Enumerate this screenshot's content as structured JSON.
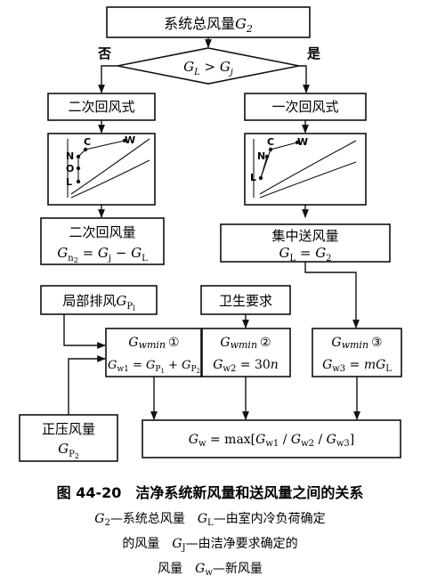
{
  "flow": {
    "top_box": {
      "text": "系统总风量",
      "var": "G",
      "sub": "2"
    },
    "decision": {
      "left": "G",
      "left_sub": "L",
      "op": " > ",
      "right": "G",
      "right_sub": "j"
    },
    "branch_no": "否",
    "branch_yes": "是",
    "secondary_return": "二次回风式",
    "primary_return": "一次回风式",
    "psy_left_labels": [
      "N",
      "O",
      "L",
      "C",
      "W"
    ],
    "psy_right_labels": [
      "N",
      "L",
      "C",
      "W"
    ],
    "secondary_volume": {
      "line1": "二次回风量",
      "G": "G",
      "n2": "n",
      "n2_sub": "2",
      "eq": " = ",
      "Gj": "G",
      "j": "j",
      "minus": " − ",
      "GL": "G",
      "L": "L"
    },
    "central_supply": {
      "line1": "集中送风量",
      "G": "G",
      "L": "L",
      "eq": " = ",
      "G2": "G",
      "two": "2"
    },
    "local_exhaust": {
      "text": "局部排风",
      "G": "G",
      "P": "P",
      "l": "l"
    },
    "hygiene": "卫生要求",
    "gwmin1": {
      "G": "G",
      "sub": "wmin",
      "circle": "①",
      "eq_G": "G",
      "eq_sub": "w1",
      "eq": " = ",
      "G1": "G",
      "P1": "P",
      "1": "1",
      "plus": " + ",
      "G2": "G",
      "P2": "P",
      "2": "2"
    },
    "gwmin2": {
      "G": "G",
      "sub": "wmin",
      "circle": "②",
      "eq_G": "G",
      "eq_sub": "w2",
      "eq": " = 30",
      "n": "n"
    },
    "gwmin3": {
      "G": "G",
      "sub": "wmin",
      "circle": "③",
      "eq_G": "G",
      "eq_sub": "w3",
      "eq": " = ",
      "m": "m",
      "GL": "G",
      "L": "L"
    },
    "positive_pressure": {
      "line1": "正压风量",
      "G": "G",
      "P": "P",
      "2": "2"
    },
    "result": {
      "G": "G",
      "sub": "w",
      "eq": " = max[",
      "a": "G",
      "a_sub": "w1",
      "s1": " / ",
      "b": "G",
      "b_sub": "w2",
      "s2": " / ",
      "c": "G",
      "c_sub": "w3",
      "end": "]"
    }
  },
  "caption": {
    "title": "图 44-20　洁净系统新风量和送风量之间的关系",
    "line1_a": "G",
    "line1_a_sub": "2",
    "line1_a_text": "—系统总风量　",
    "line1_b": "G",
    "line1_b_sub": "L",
    "line1_b_text": "—由室内冷负荷确定",
    "line2_a": "的风量　",
    "line2_b": "G",
    "line2_b_sub": "J",
    "line2_b_text": "—由洁净要求确定的",
    "line3_a": "风量　",
    "line3_b": "G",
    "line3_b_sub": "w",
    "line3_b_text": "—新风量"
  }
}
